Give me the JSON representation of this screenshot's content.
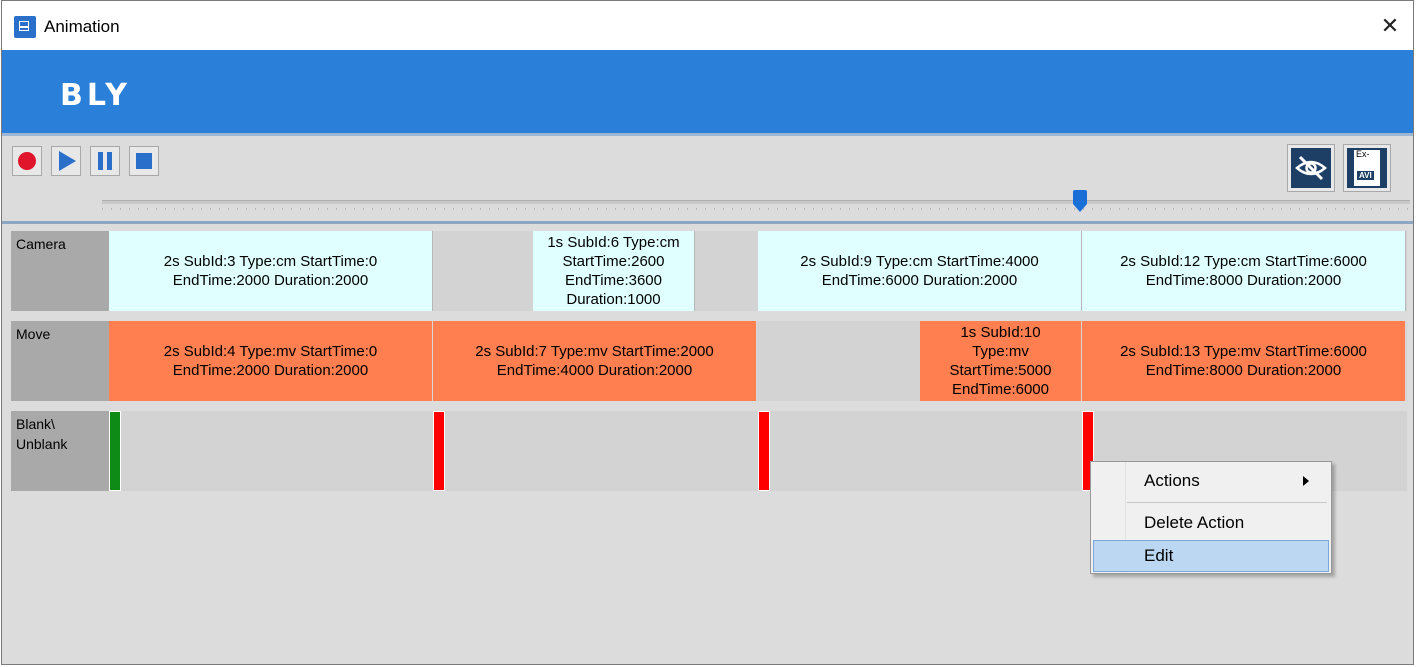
{
  "window": {
    "title": "Animation"
  },
  "banner": {
    "logo": "BLY"
  },
  "toolbar": {
    "buttons": [
      "record-icon",
      "play-icon",
      "pause-icon",
      "stop-icon"
    ],
    "right_buttons": [
      "hide-eye-icon",
      "export-avi-icon"
    ],
    "export_label_top": "Ex-",
    "export_label_avi": "AVI",
    "slider_value_fraction": 0.74
  },
  "tracks": [
    {
      "label": "Camera"
    },
    {
      "label": "Move"
    },
    {
      "label": "Blank\\\nUnblank"
    }
  ],
  "camera_blocks": [
    "2s SubId:3 Type:cm StartTime:0\nEndTime:2000 Duration:2000",
    "1s SubId:6 Type:cm\nStartTime:2600\nEndTime:3600\nDuration:1000",
    "2s SubId:9 Type:cm StartTime:4000\nEndTime:6000 Duration:2000",
    "2s SubId:12 Type:cm StartTime:6000\nEndTime:8000 Duration:2000"
  ],
  "move_blocks": [
    "2s SubId:4 Type:mv StartTime:0\nEndTime:2000 Duration:2000",
    "2s SubId:7 Type:mv StartTime:2000\nEndTime:4000 Duration:2000",
    "1s SubId:10\nType:mv\nStartTime:5000\nEndTime:6000",
    "2s SubId:13 Type:mv StartTime:6000\nEndTime:8000 Duration:2000"
  ],
  "colors": {
    "banner": "#2a80d8",
    "camera_block": "#e0ffff",
    "move_block": "#ff7f50",
    "blank_marker": "#0e8a16",
    "unblank_marker": "#ff0000"
  },
  "context_menu": {
    "items": [
      {
        "label": "Actions",
        "submenu": true
      },
      {
        "label": "Delete Action"
      },
      {
        "label": "Edit",
        "highlighted": true
      }
    ]
  }
}
